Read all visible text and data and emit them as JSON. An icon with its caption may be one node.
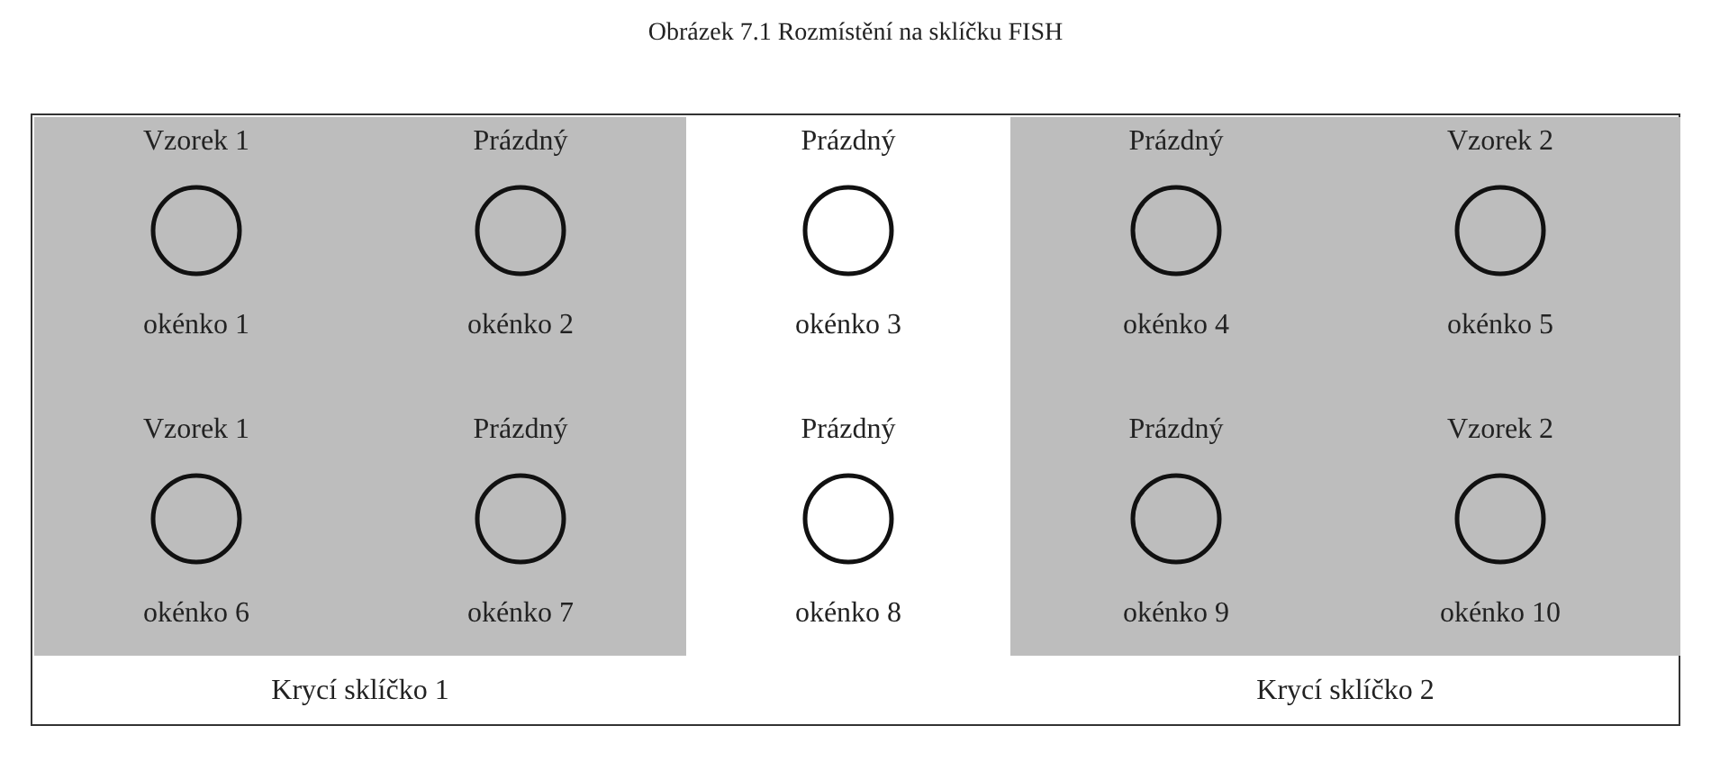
{
  "diagram": {
    "title": "Obrázek 7.1  Rozmístění na sklíčku FISH",
    "nodes": [
      {
        "text": [],
        "shape": "box"
      },
      {
        "text": [],
        "shape": "box",
        "in": 0,
        "beside": [
          "Krycí sklíčko 1"
        ]
      },
      {
        "text": [],
        "shape": "box",
        "in": 0,
        "beside": [
          "Krycí sklíčko 2"
        ]
      },
      {
        "text": [
          "Vzorek 1",
          "okénko 1"
        ],
        "in": 1
      },
      {
        "text": [
          "Prázdný",
          "okénko 2"
        ],
        "in": 1
      },
      {
        "text": [
          "Prázdný",
          "okénko 3"
        ],
        "in": 0
      },
      {
        "text": [
          "Prázdný",
          "okénko 4"
        ],
        "in": 2
      },
      {
        "text": [
          "Vzorek 2",
          "okénko 5"
        ],
        "in": 2
      },
      {
        "text": [
          "Vzorek 1",
          "okénko 6"
        ],
        "in": 1
      },
      {
        "text": [
          "Prázdný",
          "okénko 7"
        ],
        "in": 1
      },
      {
        "text": [
          "Prázdný",
          "okénko 8"
        ],
        "in": 0
      },
      {
        "text": [
          "Prázdný",
          "okénko 9"
        ],
        "in": 2
      },
      {
        "text": [
          "Vzorek 2",
          "okénko 10"
        ],
        "in": 2
      }
    ],
    "edges": []
  }
}
